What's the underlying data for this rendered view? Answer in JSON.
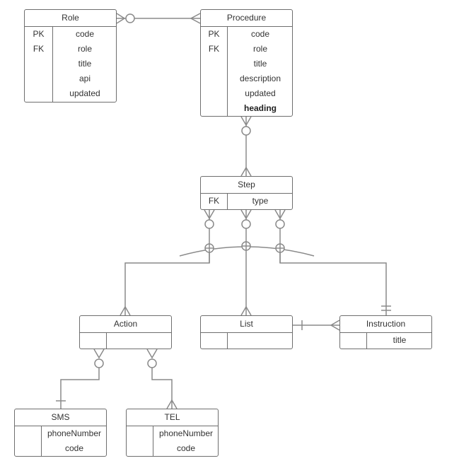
{
  "entities": {
    "role": {
      "name": "Role",
      "rows": [
        {
          "key": "PK",
          "field": "code"
        },
        {
          "key": "FK",
          "field": "role"
        },
        {
          "key": "",
          "field": "title"
        },
        {
          "key": "",
          "field": "api"
        },
        {
          "key": "",
          "field": "updated"
        }
      ]
    },
    "procedure": {
      "name": "Procedure",
      "rows": [
        {
          "key": "PK",
          "field": "code"
        },
        {
          "key": "FK",
          "field": "role"
        },
        {
          "key": "",
          "field": "title"
        },
        {
          "key": "",
          "field": "description"
        },
        {
          "key": "",
          "field": "updated"
        },
        {
          "key": "",
          "field": "heading"
        }
      ]
    },
    "step": {
      "name": "Step",
      "rows": [
        {
          "key": "FK",
          "field": "type"
        }
      ]
    },
    "action": {
      "name": "Action",
      "rows": [
        {
          "key": "",
          "field": ""
        }
      ]
    },
    "list": {
      "name": "List",
      "rows": [
        {
          "key": "",
          "field": ""
        }
      ]
    },
    "instruction": {
      "name": "Instruction",
      "rows": [
        {
          "key": "",
          "field": "title"
        }
      ]
    },
    "sms": {
      "name": "SMS",
      "rows": [
        {
          "key": "",
          "field": "phoneNumber"
        },
        {
          "key": "",
          "field": "code"
        }
      ]
    },
    "tel": {
      "name": "TEL",
      "rows": [
        {
          "key": "",
          "field": "phoneNumber"
        },
        {
          "key": "",
          "field": "code"
        }
      ]
    }
  },
  "colors": {
    "stroke": "#6e6e6e",
    "text": "#333333"
  }
}
